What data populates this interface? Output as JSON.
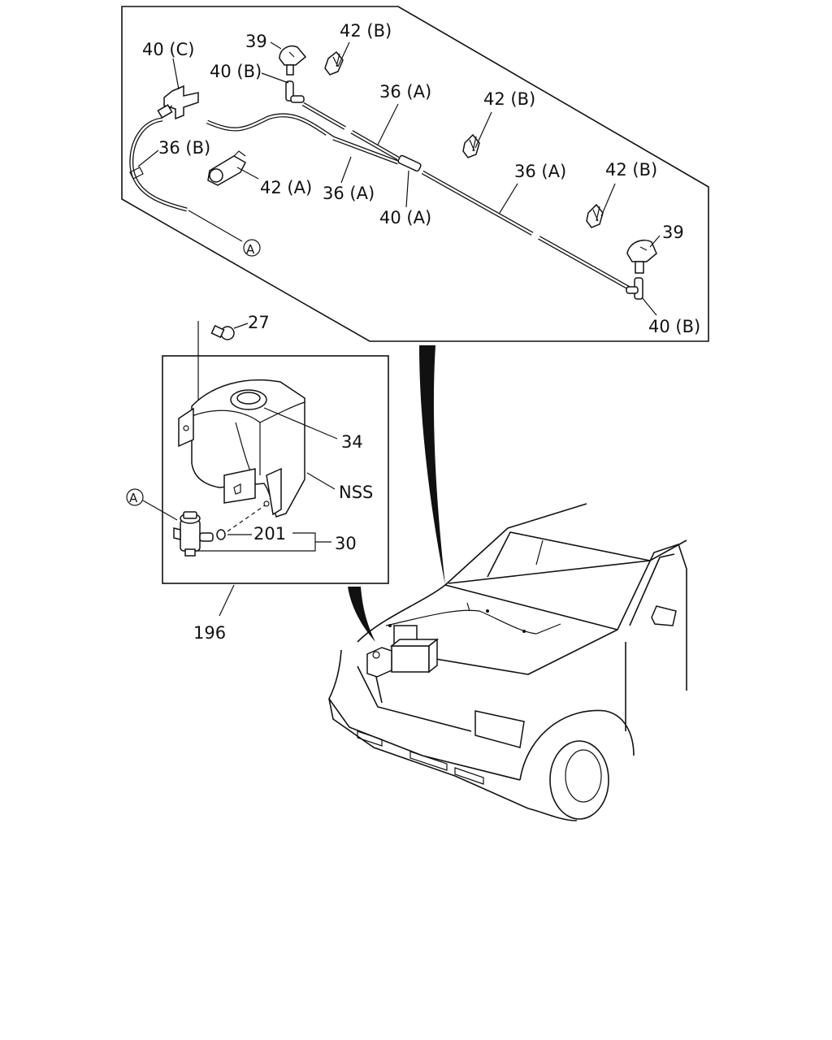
{
  "labels": {
    "l_40c": "40 (C)",
    "l_39_top": "39",
    "l_42b_top": "42 (B)",
    "l_40b_top": "40 (B)",
    "l_36a_top": "36 (A)",
    "l_42b_mid": "42 (B)",
    "l_36b": "36 (B)",
    "l_42a": "42 (A)",
    "l_36a_mid": "36 (A)",
    "l_36a_right": "36 (A)",
    "l_42b_right": "42 (B)",
    "l_40a": "40 (A)",
    "l_39_right": "39",
    "l_40b_bottom": "40 (B)",
    "l_a_top": "A",
    "l_27": "27",
    "l_34": "34",
    "l_nss": "NSS",
    "l_a_pump": "A",
    "l_201": "201",
    "l_30": "30",
    "l_196": "196"
  },
  "icons": [
    "washer-nozzle-icon",
    "hose-clip-icon",
    "hose-joint-icon",
    "washer-tank-icon",
    "washer-pump-icon",
    "bolt-icon",
    "vehicle-icon"
  ]
}
